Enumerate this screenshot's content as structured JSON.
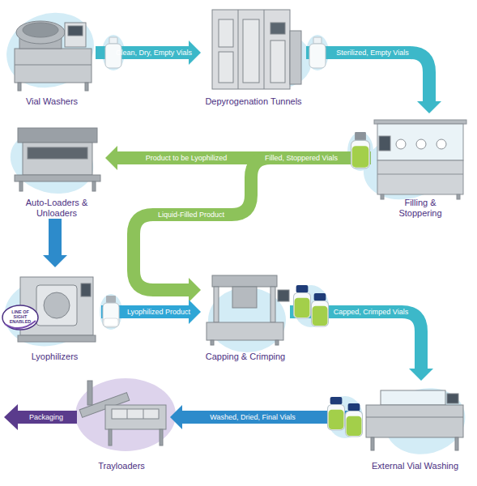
{
  "diagram": {
    "nodes": [
      {
        "text": [
          "Vial Washers"
        ]
      },
      {
        "text": [
          "Depyrogenation Tunnels"
        ]
      },
      {
        "text": [
          "Filling & Stoppering"
        ]
      },
      {
        "text": [
          "Auto-Loaders & Unloaders"
        ]
      },
      {
        "text": [
          "Lyophilizers"
        ]
      },
      {
        "text": [
          "Capping & Crimping"
        ]
      },
      {
        "text": [
          "External Vial Washing"
        ]
      },
      {
        "text": [
          "Trayloaders"
        ]
      }
    ],
    "edges": [
      {
        "from": 0,
        "to": 1,
        "label": "Clean, Dry, Empty Vials",
        "arrow": "to"
      },
      {
        "from": 1,
        "to": 2,
        "label": "Sterilized, Empty Vials",
        "arrow": "to"
      },
      {
        "from": 2,
        "to": 3,
        "label": "Product to be Lyophilized",
        "arrow": "to"
      },
      {
        "from": 2,
        "to": 5,
        "label": "Liquid-Filled Product",
        "arrow": "to"
      },
      {
        "from": 3,
        "to": 4,
        "arrow": "to"
      },
      {
        "from": 4,
        "to": 5,
        "label": "Lyophilized Product",
        "arrow": "to"
      },
      {
        "from": 5,
        "to": 6,
        "label": "Capped, Crimped Vials",
        "arrow": "to"
      },
      {
        "from": 6,
        "to": 7,
        "label": "Washed, Dried, Final Vials",
        "arrow": "to"
      }
    ],
    "labels": [
      "Filled, Stoppered Vials",
      "LINE OF SIGHT ENABLED",
      "Packaging"
    ]
  }
}
